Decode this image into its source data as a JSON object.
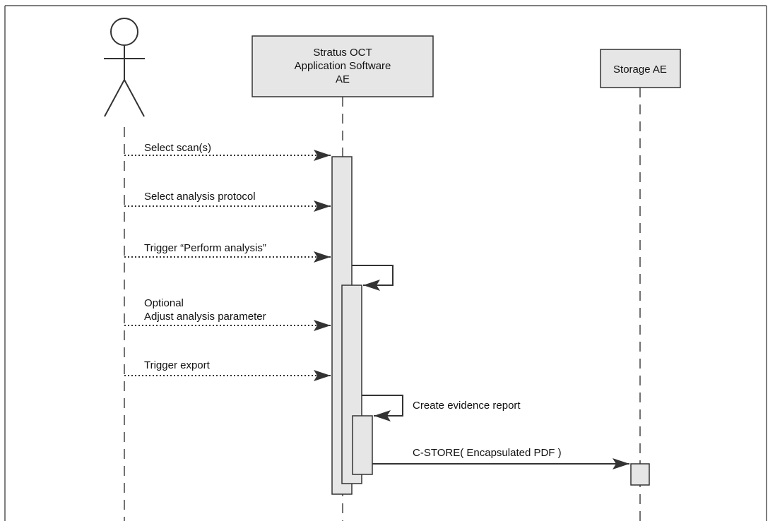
{
  "diagram": {
    "type": "sequence",
    "actor": {
      "label": ""
    },
    "participants": {
      "app": {
        "line1": "Stratus OCT",
        "line2": "Application Software",
        "line3": "AE"
      },
      "storage": {
        "label": "Storage AE"
      }
    },
    "messages": {
      "select_scans": "Select scan(s)",
      "select_protocol": "Select analysis protocol",
      "trigger_perform": "Trigger “Perform analysis”",
      "optional_line1": "Optional",
      "optional_line2": "Adjust analysis parameter",
      "trigger_export": "Trigger export",
      "create_report": "Create evidence report",
      "c_store": "C-STORE( Encapsulated PDF )"
    },
    "colors": {
      "box_fill": "#e6e6e6",
      "stroke": "#333333",
      "arrow": "#333333"
    }
  }
}
